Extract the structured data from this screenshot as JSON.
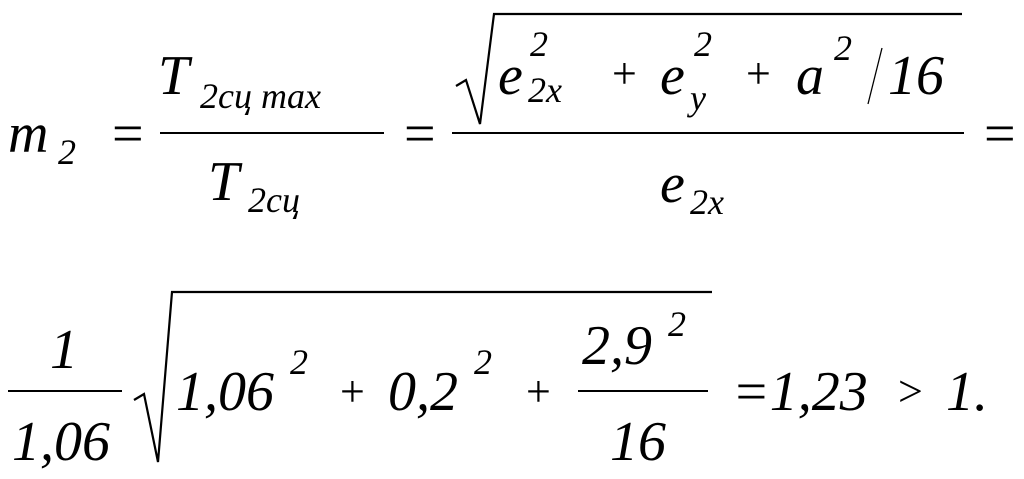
{
  "formula": {
    "line1": {
      "m": "m",
      "m_sub": "2",
      "eq1": "=",
      "frac1": {
        "num_T": "T",
        "num_sub": "2сц max",
        "den_T": "T",
        "den_sub": "2сц"
      },
      "eq2": "=",
      "frac2": {
        "e1": "e",
        "e1_sup": "2",
        "e1_sub": "2x",
        "plus1": "+",
        "e2": "e",
        "e2_sup": "2",
        "e2_sub": "y",
        "plus2": "+",
        "a": "a",
        "a_sup": "2",
        "slash": "/",
        "sixteen": "16",
        "den_e": "e",
        "den_sub": "2x"
      },
      "eq3": "="
    },
    "line2": {
      "one": "1",
      "den": "1,06",
      "v1": "1,06",
      "v1_sup": "2",
      "plus1": "+",
      "v2": "0,2",
      "v2_sup": "2",
      "plus2": "+",
      "num3": "2,9",
      "num3_sup": "2",
      "den3": "16",
      "result": "=1,23",
      "gt": ">",
      "end": "1."
    }
  }
}
